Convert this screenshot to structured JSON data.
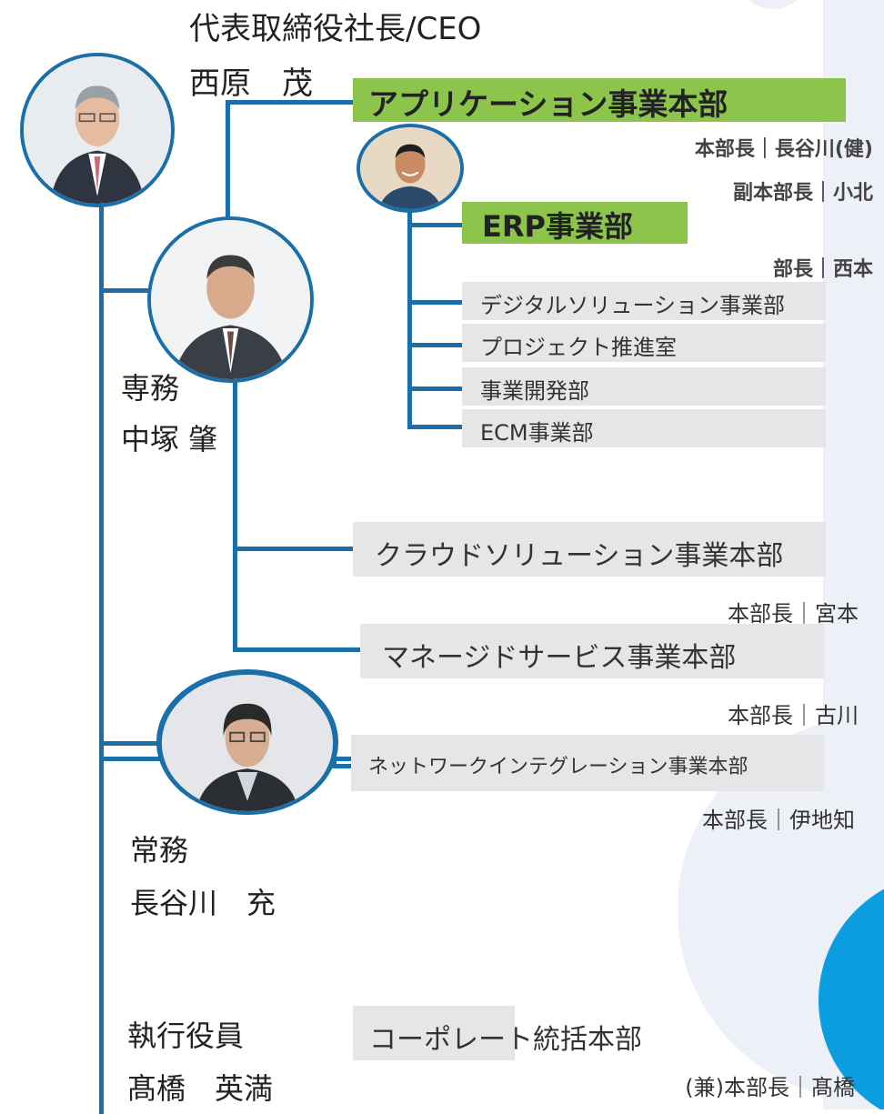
{
  "colors": {
    "line": "#1a6fa8",
    "green": "#8cc44c",
    "gray_box": "#e6e5e7",
    "accent_blue": "#0a9ee0"
  },
  "ceo": {
    "title": "代表取締役社長/CEO",
    "name": "西原　茂"
  },
  "senior_md": {
    "title": "専務",
    "name": "中塚 肇"
  },
  "md": {
    "title": "常務",
    "name": "長谷川　充"
  },
  "officer": {
    "title": "執行役員",
    "name": "髙橋　英満"
  },
  "app_division": {
    "name": "アプリケーション事業本部",
    "head": "本部長｜長谷川(健)",
    "deputy": "副本部長｜小北"
  },
  "erp": {
    "name": "ERP事業部",
    "head": "部長｜西本"
  },
  "erp_departments": [
    "デジタルソリューション事業部",
    "プロジェクト推進室",
    "事業開発部",
    "ECM事業部"
  ],
  "cloud": {
    "name": "クラウドソリューション事業本部",
    "head": "本部長｜宮本"
  },
  "managed": {
    "name": "マネージドサービス事業本部",
    "head": "本部長｜古川"
  },
  "network": {
    "name": "ネットワークインテグレーション事業本部",
    "head": "本部長｜伊地知"
  },
  "corporate": {
    "name": "コーポレート統括本部",
    "head": "(兼)本部長｜髙橋"
  }
}
